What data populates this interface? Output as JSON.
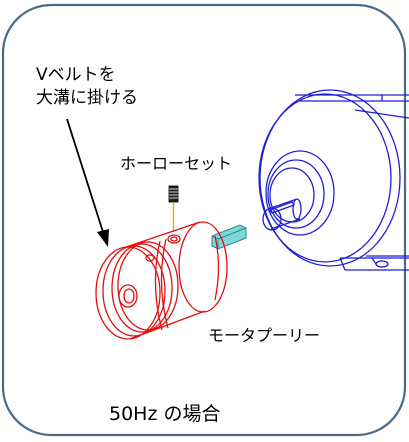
{
  "panel": {
    "border_color": "#4a6a8a",
    "background": "#ffffff"
  },
  "labels": {
    "belt_line1": "Vベルトを",
    "belt_line2": "大溝に掛ける",
    "set_screw": "ホーローセット",
    "motor_pulley": "モータプーリー",
    "caption": "50Hz の場合"
  },
  "colors": {
    "motor": "#1f1fd6",
    "pulley": "#e01010",
    "key": "#7fd8d8",
    "screw_lead": "#d4b800",
    "arrow": "#000000"
  },
  "icons": {
    "motor": "motor-drawing",
    "pulley": "pulley-drawing",
    "key": "shaft-key",
    "set_screw": "set-screw",
    "arrow": "pointer-arrow"
  }
}
